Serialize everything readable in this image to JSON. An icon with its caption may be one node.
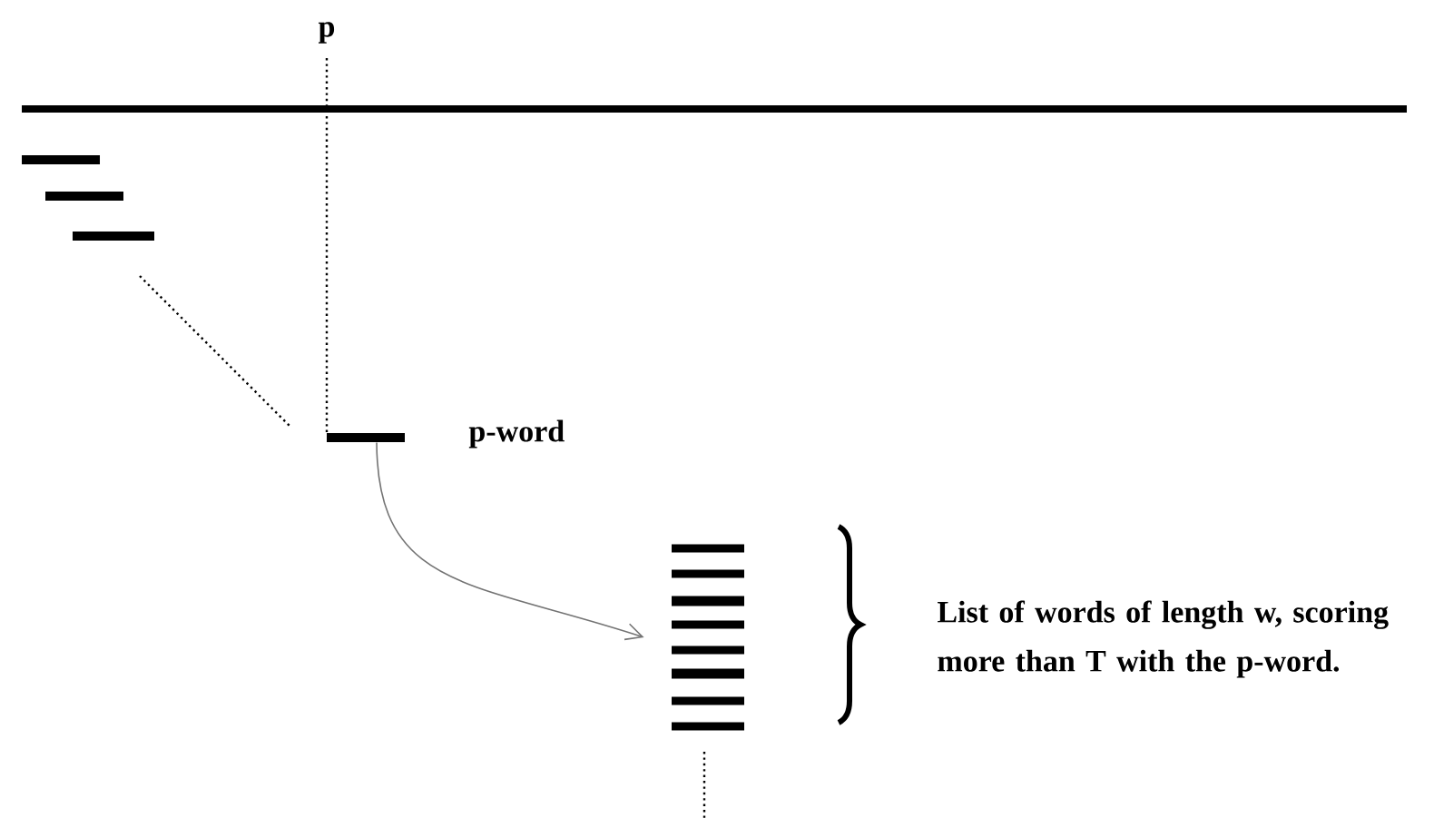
{
  "diagram": {
    "nodes": [
      {
        "text": [],
        "shape": "bar",
        "beside": [
          "p-word"
        ]
      },
      {
        "text": [],
        "shape": "bar"
      }
    ],
    "edges": [
      {
        "from": 0,
        "to": 1,
        "arrow": "to"
      }
    ],
    "labels": [
      "p",
      "List of words of length w, scoring more than T with the p-word."
    ]
  }
}
